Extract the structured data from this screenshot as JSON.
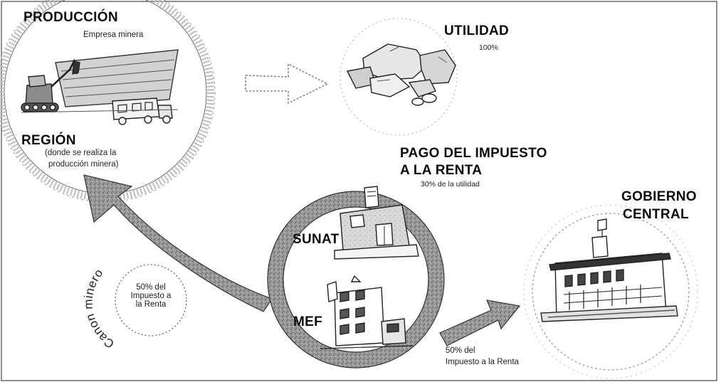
{
  "production": {
    "title": "PRODUCCIÓN",
    "subtitle": "Empresa minera",
    "icon": "mining-truck-excavator-icon"
  },
  "utility": {
    "title": "UTILIDAD",
    "percent": "100%",
    "icon": "mineral-rocks-icon"
  },
  "region": {
    "title": "REGIÓN",
    "line1": "(donde se realiza la",
    "line2": "producción minera)"
  },
  "tax_payment": {
    "line1": "PAGO DEL IMPUESTO",
    "line2": "A LA RENTA",
    "detail": "30% de la utilidad"
  },
  "sunat": {
    "label": "SUNAT",
    "icon": "sunat-building-icon"
  },
  "mef": {
    "label": "MEF",
    "icon": "mef-building-icon"
  },
  "central_government": {
    "line1": "GOBIERNO",
    "line2": "CENTRAL",
    "icon": "government-palace-icon"
  },
  "canon": {
    "arc_text": "Canon minero",
    "line1": "50% del",
    "line2": "Impuesto a",
    "line3": "la Renta"
  },
  "central_share": {
    "line1": "50% del",
    "line2": "Impuesto a la Renta"
  },
  "colors": {
    "arrow_fill": "#8a8a8a",
    "ring": "#7a7a7a",
    "ink": "#111111"
  }
}
